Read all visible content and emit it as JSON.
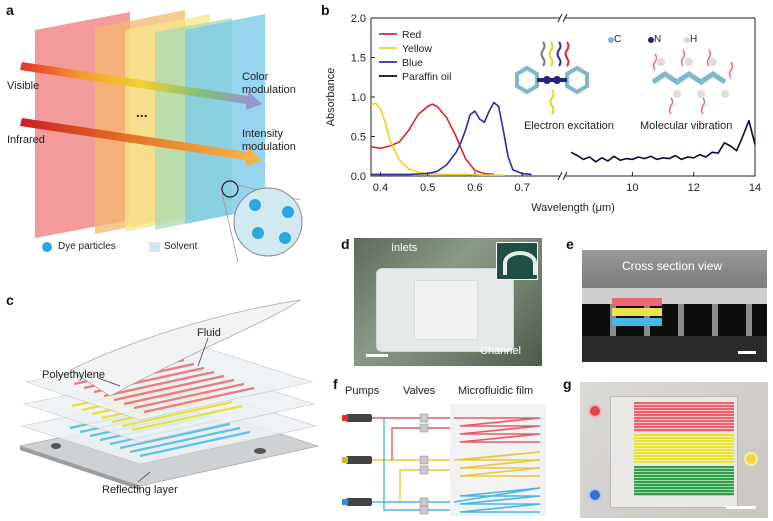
{
  "figure": {
    "panel_labels": [
      "a",
      "b",
      "c",
      "d",
      "e",
      "f",
      "g"
    ]
  },
  "panel_a": {
    "visible_label": "Visible",
    "infrared_label": "Infrared",
    "color_mod_line1": "Color",
    "color_mod_line2": "modulation",
    "intensity_mod_line1": "Intensity",
    "intensity_mod_line2": "modulation",
    "dots": "...",
    "legend_dye": "Dye particles",
    "legend_solvent": "Solvent",
    "colors": {
      "red": "#f08a8a",
      "orange": "#f6b66e",
      "yellow": "#f7e58a",
      "green": "#a9dbb7",
      "blue": "#7ccbe8",
      "dye": "#29a8e0"
    }
  },
  "panel_b": {
    "inset_legend": {
      "c": "C",
      "n": "N",
      "h": "H"
    },
    "electron_label": "Electron excitation",
    "vibration_label": "Molecular vibration",
    "colors": {
      "red": "#d9262a",
      "yellow": "#ecd21a",
      "blue": "#2c2ca8",
      "paraffin": "#0a0a33"
    }
  },
  "chart_data": {
    "type": "line",
    "xlabel": "Wavelength (μm)",
    "ylabel": "Absorbance",
    "xlim_left": [
      0.38,
      0.78
    ],
    "xlim_right": [
      7.8,
      14
    ],
    "ylim": [
      0,
      2.0
    ],
    "y_ticks": [
      "0.0",
      "0.5",
      "1.0",
      "1.5",
      "2.0"
    ],
    "x_ticks_left": [
      "0.4",
      "0.5",
      "0.6",
      "0.7"
    ],
    "x_ticks_right": [
      "10",
      "12",
      "14"
    ],
    "legend_placement": "top-left",
    "series": [
      {
        "name": "Red",
        "color": "#d9262a",
        "x": [
          0.38,
          0.4,
          0.42,
          0.44,
          0.46,
          0.48,
          0.5,
          0.51,
          0.52,
          0.54,
          0.56,
          0.58,
          0.6,
          0.62,
          0.64
        ],
        "y": [
          0.37,
          0.35,
          0.38,
          0.43,
          0.58,
          0.78,
          0.88,
          0.91,
          0.88,
          0.74,
          0.5,
          0.22,
          0.07,
          0.03,
          0.02
        ]
      },
      {
        "name": "Yellow",
        "color": "#ecd21a",
        "x": [
          0.38,
          0.39,
          0.4,
          0.41,
          0.42,
          0.44,
          0.46,
          0.48,
          0.5,
          0.54,
          0.58,
          0.62,
          0.66
        ],
        "y": [
          0.9,
          0.92,
          0.85,
          0.68,
          0.45,
          0.2,
          0.09,
          0.05,
          0.03,
          0.02,
          0.02,
          0.01,
          0.01
        ]
      },
      {
        "name": "Blue",
        "color": "#2c2ca8",
        "x": [
          0.38,
          0.42,
          0.46,
          0.5,
          0.52,
          0.54,
          0.56,
          0.57,
          0.58,
          0.59,
          0.6,
          0.61,
          0.62,
          0.63,
          0.64,
          0.65,
          0.66,
          0.67,
          0.68,
          0.7,
          0.72
        ],
        "y": [
          0.02,
          0.02,
          0.02,
          0.03,
          0.06,
          0.14,
          0.3,
          0.42,
          0.58,
          0.78,
          0.82,
          0.72,
          0.68,
          0.82,
          0.93,
          0.88,
          0.58,
          0.25,
          0.08,
          0.03,
          0.02
        ]
      },
      {
        "name": "Paraffin oil",
        "color": "#0a0a33",
        "x": [
          8.0,
          8.2,
          8.4,
          8.6,
          8.8,
          9.0,
          9.2,
          9.4,
          9.6,
          9.8,
          10.0,
          10.2,
          10.4,
          10.6,
          10.8,
          11.0,
          11.2,
          11.4,
          11.6,
          11.8,
          12.0,
          12.2,
          12.4,
          12.6,
          12.8,
          13.0,
          13.2,
          13.4,
          13.6,
          13.8,
          14.0
        ],
        "y": [
          0.3,
          0.26,
          0.21,
          0.24,
          0.18,
          0.23,
          0.19,
          0.25,
          0.2,
          0.22,
          0.21,
          0.24,
          0.22,
          0.25,
          0.21,
          0.23,
          0.22,
          0.26,
          0.21,
          0.24,
          0.23,
          0.27,
          0.24,
          0.3,
          0.29,
          0.42,
          0.38,
          0.32,
          0.5,
          0.7,
          0.4
        ]
      }
    ]
  },
  "panel_c": {
    "polyethylene_label": "Polyethylene",
    "fluid_label": "Fluid",
    "reflecting_label": "Reflecting layer"
  },
  "panel_d": {
    "inlets_label": "Inlets",
    "channel_label": "Channel"
  },
  "panel_e": {
    "cross_section_label": "Cross section view"
  },
  "panel_f": {
    "pumps_label": "Pumps",
    "valves_label": "Valves",
    "film_label": "Microfluidic film"
  }
}
